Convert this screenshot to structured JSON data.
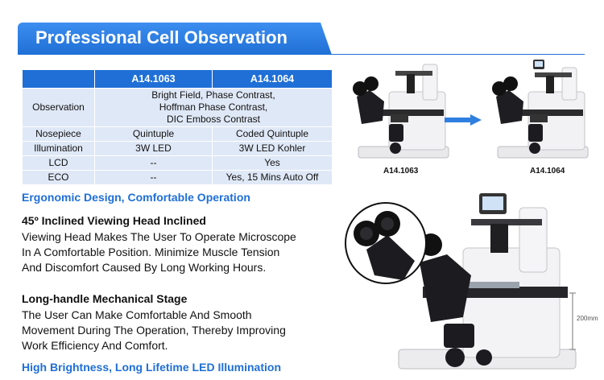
{
  "banner": {
    "title": "Professional Cell Observation"
  },
  "spec_table": {
    "headers": [
      "",
      "A14.1063",
      "A14.1064"
    ],
    "rows": [
      {
        "label": "Observation",
        "merged": [
          "Bright Field, Phase Contrast,",
          "Hoffman Phase Contrast,",
          "DIC Emboss Contrast"
        ]
      },
      {
        "label": "Nosepiece",
        "c1": "Quintuple",
        "c2": "Coded Quintuple"
      },
      {
        "label": "Illumination",
        "c1": "3W LED",
        "c2": "3W LED Kohler"
      },
      {
        "label": "LCD",
        "c1": "--",
        "c2": "Yes"
      },
      {
        "label": "ECO",
        "c1": "--",
        "c2": "Yes, 15 Mins Auto Off"
      }
    ]
  },
  "features": {
    "ergonomic_heading": "Ergonomic Design, Comfortable Operation",
    "head_title": "45º Inclined Viewing Head Inclined",
    "head_lines": [
      "Viewing Head Makes The User To Operate Microscope",
      "In A Comfortable Position. Minimize Muscle Tension",
      "And Discomfort Caused By Long Working Hours."
    ],
    "stage_title": "Long-handle Mechanical Stage",
    "stage_lines": [
      "The User Can Make Comfortable And Smooth",
      "Movement During The Operation, Thereby Improving",
      "Work Efficiency And Comfort."
    ],
    "brightness_heading": "High Brightness, Long Lifetime LED Illumination"
  },
  "images": {
    "left_caption": "A14.1063",
    "right_caption": "A14.1064",
    "dimension_label": "200mm"
  },
  "colors": {
    "accent": "#1f6fd6",
    "table_fill": "#dfe8f6"
  }
}
